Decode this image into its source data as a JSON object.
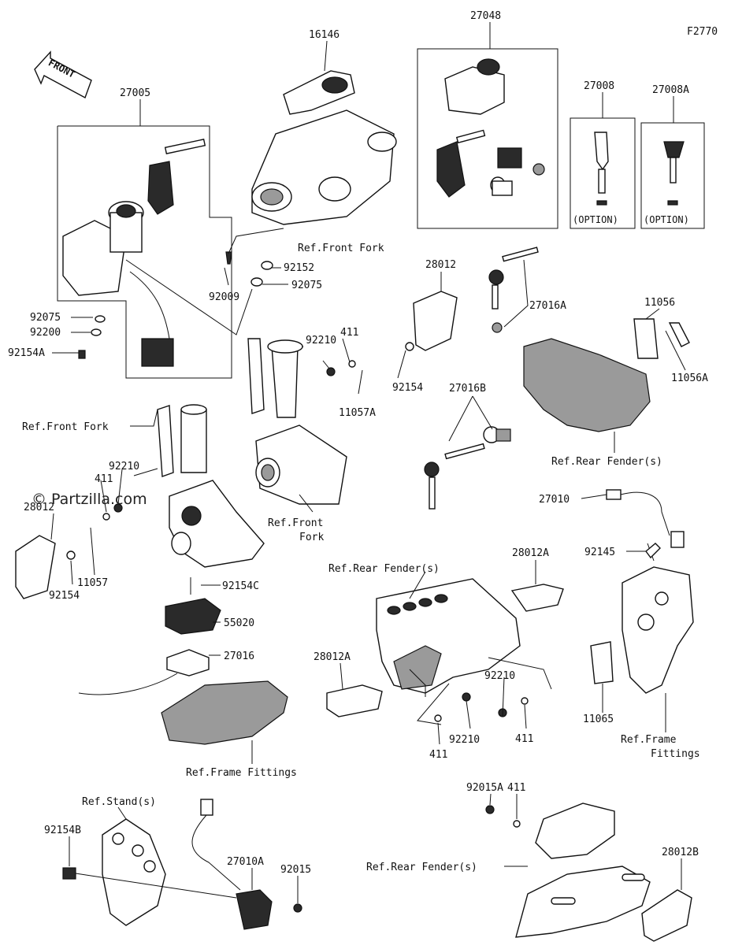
{
  "diagram": {
    "figure_code": "F2770",
    "front_label": "FRONT",
    "watermark": "© Partzilla.com",
    "option_label": "(OPTION)",
    "part_numbers": [
      {
        "id": "p27048",
        "text": "27048"
      },
      {
        "id": "p16146",
        "text": "16146"
      },
      {
        "id": "p27005",
        "text": "27005"
      },
      {
        "id": "p27008",
        "text": "27008"
      },
      {
        "id": "p27008A",
        "text": "27008A"
      },
      {
        "id": "p92152",
        "text": "92152"
      },
      {
        "id": "p92075a",
        "text": "92075"
      },
      {
        "id": "p92009",
        "text": "92009"
      },
      {
        "id": "p92075b",
        "text": "92075"
      },
      {
        "id": "p92200",
        "text": "92200"
      },
      {
        "id": "p92154A",
        "text": "92154A"
      },
      {
        "id": "p28012a",
        "text": "28012"
      },
      {
        "id": "p27016A",
        "text": "27016A"
      },
      {
        "id": "p11056",
        "text": "11056"
      },
      {
        "id": "p411a",
        "text": "411"
      },
      {
        "id": "p92210a",
        "text": "92210"
      },
      {
        "id": "p92154a",
        "text": "92154"
      },
      {
        "id": "p11057A",
        "text": "11057A"
      },
      {
        "id": "p11056A",
        "text": "11056A"
      },
      {
        "id": "p27016B",
        "text": "27016B"
      },
      {
        "id": "p92210b",
        "text": "92210"
      },
      {
        "id": "p411b",
        "text": "411"
      },
      {
        "id": "p28012b",
        "text": "28012"
      },
      {
        "id": "p92154b",
        "text": "92154"
      },
      {
        "id": "p11057",
        "text": "11057"
      },
      {
        "id": "p27010",
        "text": "27010"
      },
      {
        "id": "p28012A1",
        "text": "28012A"
      },
      {
        "id": "p92145",
        "text": "92145"
      },
      {
        "id": "p92154C",
        "text": "92154C"
      },
      {
        "id": "p55020",
        "text": "55020"
      },
      {
        "id": "p27016",
        "text": "27016"
      },
      {
        "id": "p28012A2",
        "text": "28012A"
      },
      {
        "id": "p92210c",
        "text": "92210"
      },
      {
        "id": "p411c",
        "text": "411"
      },
      {
        "id": "p92210d",
        "text": "92210"
      },
      {
        "id": "p411d",
        "text": "411"
      },
      {
        "id": "p11065",
        "text": "11065"
      },
      {
        "id": "p92015A",
        "text": "92015A"
      },
      {
        "id": "p411e",
        "text": "411"
      },
      {
        "id": "p92154B",
        "text": "92154B"
      },
      {
        "id": "p27010A",
        "text": "27010A"
      },
      {
        "id": "p92015",
        "text": "92015"
      },
      {
        "id": "p28012B",
        "text": "28012B"
      }
    ],
    "references": [
      {
        "id": "ref_ff1",
        "text": "Ref.Front Fork"
      },
      {
        "id": "ref_ff2",
        "text": "Ref.Front Fork"
      },
      {
        "id": "ref_ff3a",
        "text": "Ref.Front"
      },
      {
        "id": "ref_ff3b",
        "text": "Fork"
      },
      {
        "id": "ref_rf1",
        "text": "Ref.Rear Fender(s)"
      },
      {
        "id": "ref_rf2",
        "text": "Ref.Rear Fender(s)"
      },
      {
        "id": "ref_frame1",
        "text": "Ref.Frame Fittings"
      },
      {
        "id": "ref_frame2a",
        "text": "Ref.Frame"
      },
      {
        "id": "ref_frame2b",
        "text": "Fittings"
      },
      {
        "id": "ref_stand",
        "text": "Ref.Stand(s)"
      },
      {
        "id": "ref_rf3",
        "text": "Ref.Rear Fender(s)"
      }
    ]
  }
}
